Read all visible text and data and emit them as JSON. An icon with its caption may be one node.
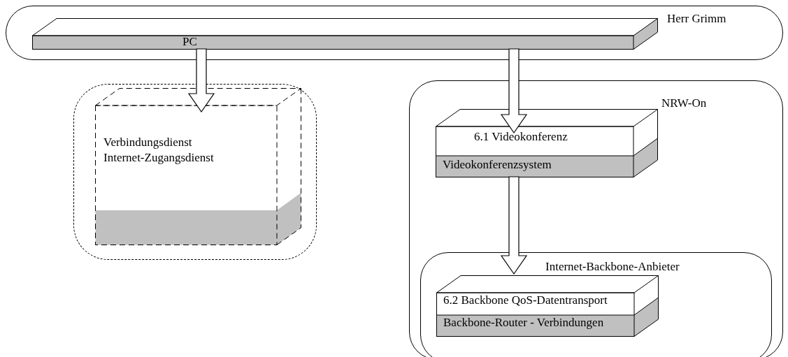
{
  "diagram": {
    "nodes": [
      {
        "text": [
          "Herr Grimm"
        ]
      },
      {
        "text": [
          "PC"
        ],
        "in": 0
      },
      {
        "text": [],
        "shape": "box"
      },
      {
        "text": [
          "Verbindungsdienst",
          "Internet-Zugangsdienst"
        ],
        "in": 2
      },
      {
        "text": [
          "NRW-On"
        ]
      },
      {
        "text": [
          "6.1 Videokonferenz",
          "Videokonferenzsystem"
        ],
        "in": 4
      },
      {
        "text": [
          "Internet-Backbone-Anbieter"
        ],
        "in": 4
      },
      {
        "text": [
          "6.2 Backbone QoS-Datentransport",
          "Backbone-Router - Verbindungen"
        ],
        "in": 6
      }
    ],
    "edges": [
      {
        "from": 1,
        "to": 3,
        "arrow": "to"
      },
      {
        "from": 1,
        "to": 5,
        "arrow": "to"
      },
      {
        "from": 5,
        "to": 7,
        "arrow": "to"
      }
    ]
  }
}
